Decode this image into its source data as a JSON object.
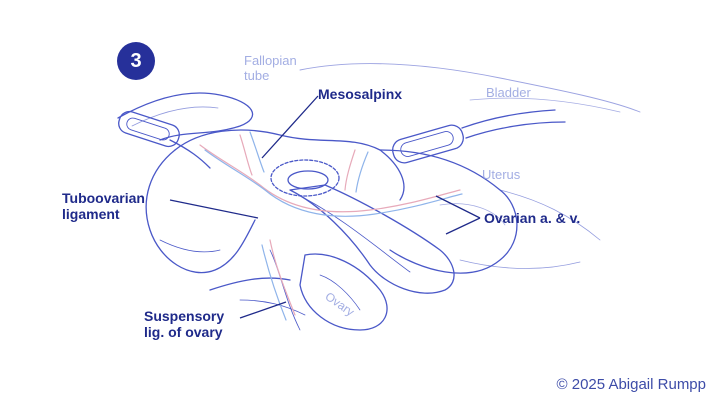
{
  "step": {
    "number": "3",
    "color": "#26309a"
  },
  "labels": {
    "fallopian_tube": [
      "Fallopian",
      "tube"
    ],
    "bladder": "Bladder",
    "uterus": "Uterus",
    "ovary": "Ovary",
    "mesosalpinx": "Mesosalpinx",
    "tuboovarian": [
      "Tuboovarian",
      "ligament"
    ],
    "ovarian_vessels": "Ovarian a. & v.",
    "suspensory": [
      "Suspensory",
      "lig. of ovary"
    ]
  },
  "credit": "© 2025 Abigail Rumpp",
  "colors": {
    "label_dark": "#1f2a8a",
    "label_light": "#a3aee3",
    "line_art": "#4a58c8",
    "vessel_red": "#e7aaba",
    "vessel_blue": "#8fb4ea"
  }
}
